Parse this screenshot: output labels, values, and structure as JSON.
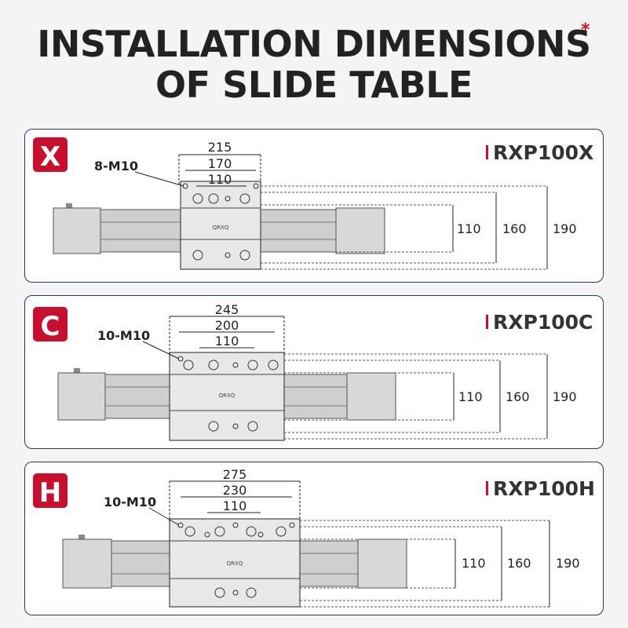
{
  "title": {
    "line1": "INSTALLATION DIMENSIONS",
    "line2": "OF SLIDE TABLE",
    "asterisk": "*"
  },
  "accent_color": "#c8102e",
  "border_color": "#1f3a66",
  "panels": [
    {
      "badge": "X",
      "model": "RXP100X",
      "holes_label": "8-M10",
      "widths": [
        "215",
        "170",
        "110"
      ],
      "heights": [
        "110",
        "160",
        "190"
      ],
      "brand": "QRXQ"
    },
    {
      "badge": "C",
      "model": "RXP100C",
      "holes_label": "10-M10",
      "widths": [
        "245",
        "200",
        "110"
      ],
      "heights": [
        "110",
        "160",
        "190"
      ],
      "brand": "QRXQ"
    },
    {
      "badge": "H",
      "model": "RXP100H",
      "holes_label": "10-M10",
      "widths": [
        "275",
        "230",
        "110"
      ],
      "heights": [
        "110",
        "160",
        "190"
      ],
      "brand": "QRXQ"
    }
  ]
}
